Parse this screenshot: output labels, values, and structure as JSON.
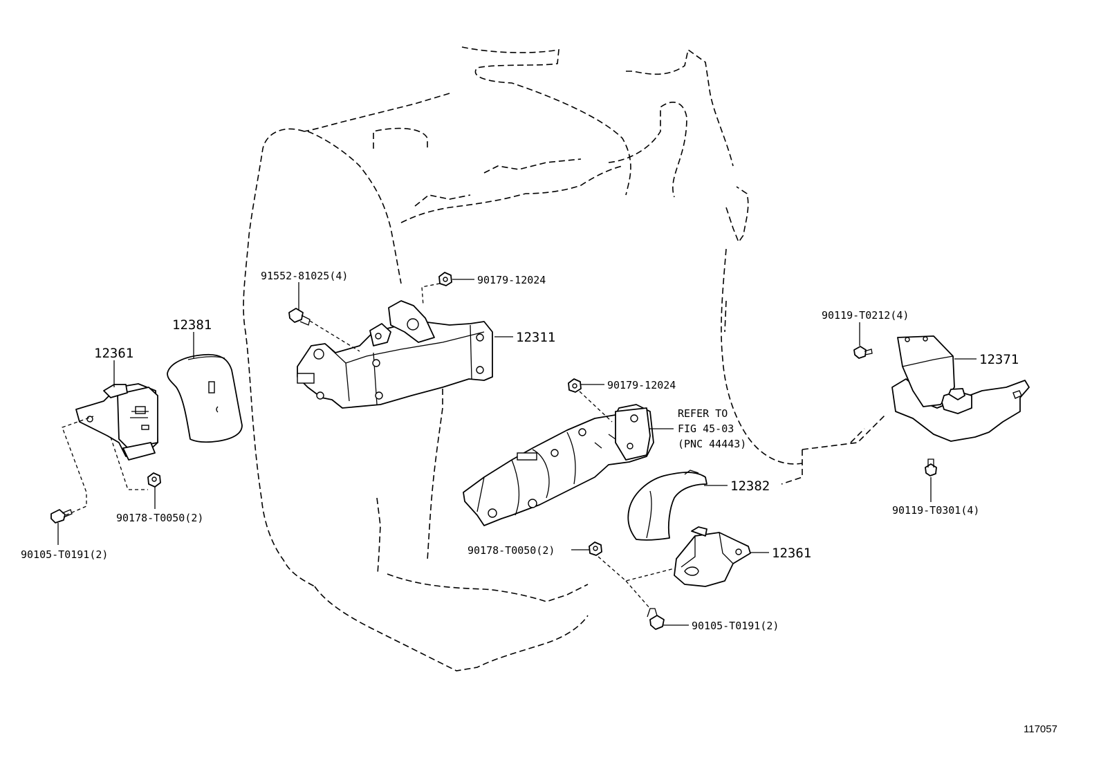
{
  "labels": {
    "p91552": "91552-81025(4)",
    "p90179a": "90179-12024",
    "p12311": "12311",
    "p12381": "12381",
    "p12361a": "12361",
    "p90178a": "90178-T0050(2)",
    "p90105a": "90105-T0191(2)",
    "p90179b": "90179-12024",
    "refer1": "REFER TO",
    "refer2": "FIG 45-03",
    "refer3": "(PNC 44443)",
    "p12382": "12382",
    "p12361b": "12361",
    "p90178b": "90178-T0050(2)",
    "p90105b": "90105-T0191(2)",
    "p90119a": "90119-T0212(4)",
    "p12371": "12371",
    "p90119b": "90119-T0301(4)"
  },
  "figure_number": "117057"
}
